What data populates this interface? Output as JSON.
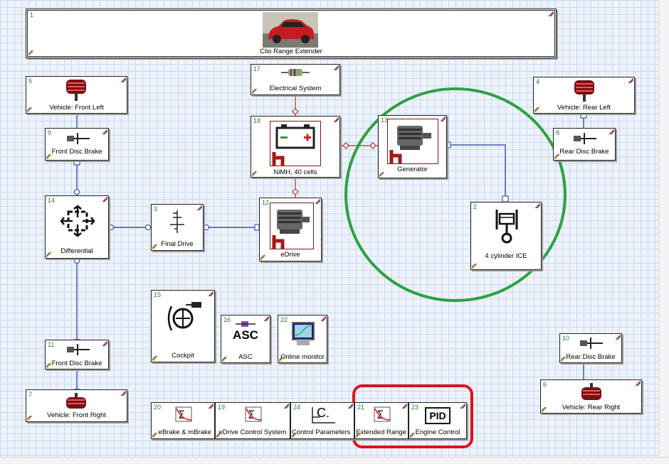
{
  "title_block": {
    "number": "1",
    "label": "Clio Range Extender"
  },
  "blocks": {
    "b2": {
      "number": "2",
      "label": "4 cylinder ICE"
    },
    "b3": {
      "number": "3",
      "label": "Final Drive"
    },
    "b4": {
      "number": "4",
      "label": "Vehicle: Rear Left"
    },
    "b5": {
      "number": "5",
      "label": "Vehicle: Front Left"
    },
    "b6": {
      "number": "6",
      "label": "Vehicle: Rear Right"
    },
    "b7": {
      "number": "7",
      "label": "Vehicle: Front Right"
    },
    "b8": {
      "number": "8",
      "label": "Rear Disc Brake"
    },
    "b9": {
      "number": "9",
      "label": "Front Disc Brake"
    },
    "b10": {
      "number": "10",
      "label": "Rear Disc Brake"
    },
    "b11": {
      "number": "11",
      "label": "Front Disc Brake"
    },
    "b12": {
      "number": "12",
      "label": "eDrive"
    },
    "b13": {
      "number": "13",
      "label": "Generator"
    },
    "b14": {
      "number": "14",
      "label": "Differential"
    },
    "b15": {
      "number": "15",
      "label": "Cockpit"
    },
    "b16": {
      "number": "16",
      "label": "ASC"
    },
    "b17": {
      "number": "17",
      "label": "Electrical System"
    },
    "b18": {
      "number": "18",
      "label": "NiMH, 40 cells"
    },
    "b19": {
      "number": "19",
      "label": "eDrive Control System"
    },
    "b20": {
      "number": "20",
      "label": "eBrake & mBrake"
    },
    "b21": {
      "number": "21",
      "label": "Extended Range"
    },
    "b22": {
      "number": "22",
      "label": "Online monitor"
    },
    "b23": {
      "number": "23",
      "label": "Engine Control"
    },
    "b24": {
      "number": "24",
      "label": "Control Parameters"
    }
  },
  "icon_text": {
    "asc": "ASC",
    "pid": "PID",
    "cparam": "C."
  },
  "annotations": {
    "circle_color": "#2ea043",
    "rect_color": "#e0121b"
  },
  "colors": {
    "wire": "#1f3b99",
    "power_wire": "#b03030",
    "block_number": "#2f7d32"
  }
}
